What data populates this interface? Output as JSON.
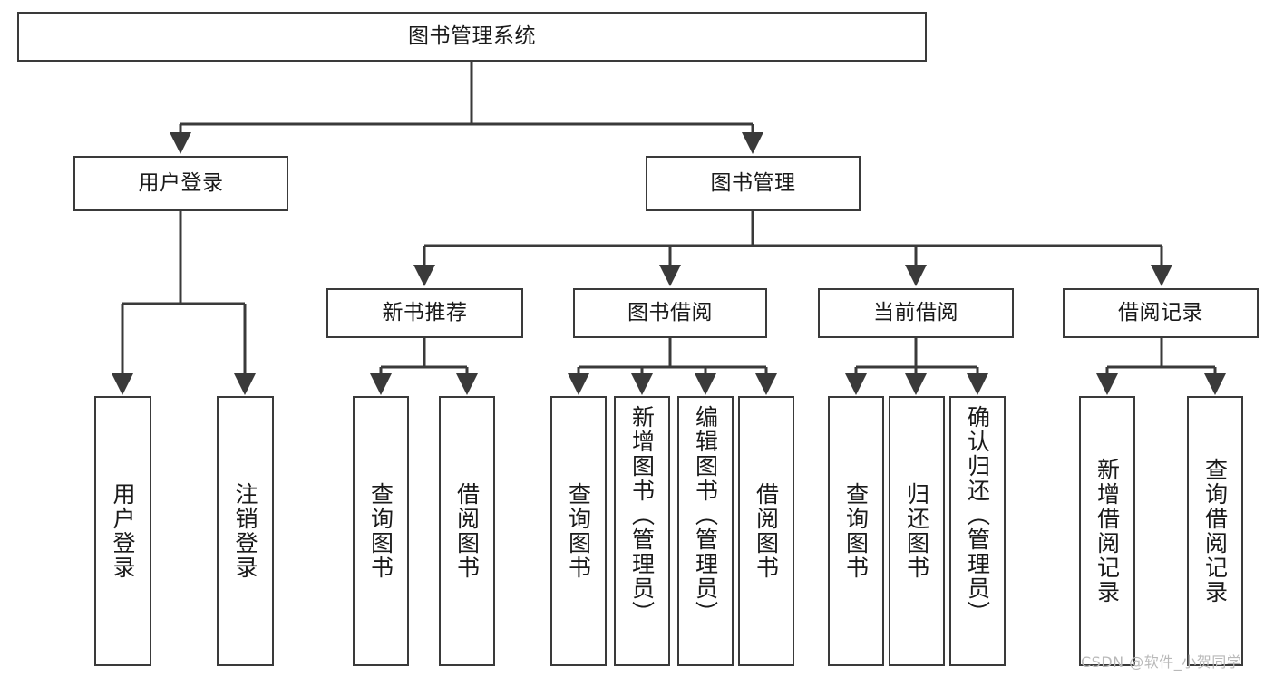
{
  "diagram": {
    "title": "图书管理系统",
    "type": "tree",
    "watermark": "CSDN @软件_小贺同学",
    "colors": {
      "stroke": "#3a3a3a",
      "text": "#1a1a1a",
      "background": "#ffffff",
      "watermark": "#b9b9b9"
    },
    "nodes": {
      "root": {
        "label": "图书管理系统",
        "level": 0,
        "orientation": "horizontal"
      },
      "user_login": {
        "label": "用户登录",
        "level": 1,
        "orientation": "horizontal"
      },
      "book_manage": {
        "label": "图书管理",
        "level": 1,
        "orientation": "horizontal"
      },
      "new_book_rec": {
        "label": "新书推荐",
        "level": 2,
        "orientation": "horizontal"
      },
      "book_borrow": {
        "label": "图书借阅",
        "level": 2,
        "orientation": "horizontal"
      },
      "current_borrow": {
        "label": "当前借阅",
        "level": 2,
        "orientation": "horizontal"
      },
      "borrow_record": {
        "label": "借阅记录",
        "level": 2,
        "orientation": "horizontal"
      },
      "leaf_user_login": {
        "label": "用户登录",
        "level": 3,
        "orientation": "vertical"
      },
      "leaf_logout": {
        "label": "注销登录",
        "level": 3,
        "orientation": "vertical"
      },
      "leaf_query_book_1": {
        "label": "查询图书",
        "level": 3,
        "orientation": "vertical"
      },
      "leaf_borrow_book_1": {
        "label": "借阅图书",
        "level": 3,
        "orientation": "vertical"
      },
      "leaf_query_book_2": {
        "label": "查询图书",
        "level": 3,
        "orientation": "vertical"
      },
      "leaf_add_book": {
        "label": "新增图书（管理员）",
        "level": 3,
        "orientation": "vertical"
      },
      "leaf_edit_book": {
        "label": "编辑图书（管理员）",
        "level": 3,
        "orientation": "vertical"
      },
      "leaf_borrow_book_2": {
        "label": "借阅图书",
        "level": 3,
        "orientation": "vertical"
      },
      "leaf_query_book_3": {
        "label": "查询图书",
        "level": 3,
        "orientation": "vertical"
      },
      "leaf_return_book": {
        "label": "归还图书",
        "level": 3,
        "orientation": "vertical"
      },
      "leaf_confirm_return": {
        "label": "确认归还（管理员）",
        "level": 3,
        "orientation": "vertical"
      },
      "leaf_add_record": {
        "label": "新增借阅记录",
        "level": 3,
        "orientation": "vertical"
      },
      "leaf_query_record": {
        "label": "查询借阅记录",
        "level": 3,
        "orientation": "vertical"
      }
    },
    "edges": [
      {
        "from": "root",
        "to": "user_login"
      },
      {
        "from": "root",
        "to": "book_manage"
      },
      {
        "from": "user_login",
        "to": "leaf_user_login"
      },
      {
        "from": "user_login",
        "to": "leaf_logout"
      },
      {
        "from": "book_manage",
        "to": "new_book_rec"
      },
      {
        "from": "book_manage",
        "to": "book_borrow"
      },
      {
        "from": "book_manage",
        "to": "current_borrow"
      },
      {
        "from": "book_manage",
        "to": "borrow_record"
      },
      {
        "from": "new_book_rec",
        "to": "leaf_query_book_1"
      },
      {
        "from": "new_book_rec",
        "to": "leaf_borrow_book_1"
      },
      {
        "from": "book_borrow",
        "to": "leaf_query_book_2"
      },
      {
        "from": "book_borrow",
        "to": "leaf_add_book"
      },
      {
        "from": "book_borrow",
        "to": "leaf_edit_book"
      },
      {
        "from": "book_borrow",
        "to": "leaf_borrow_book_2"
      },
      {
        "from": "current_borrow",
        "to": "leaf_query_book_3"
      },
      {
        "from": "current_borrow",
        "to": "leaf_return_book"
      },
      {
        "from": "current_borrow",
        "to": "leaf_confirm_return"
      },
      {
        "from": "borrow_record",
        "to": "leaf_add_record"
      },
      {
        "from": "borrow_record",
        "to": "leaf_query_record"
      }
    ]
  }
}
